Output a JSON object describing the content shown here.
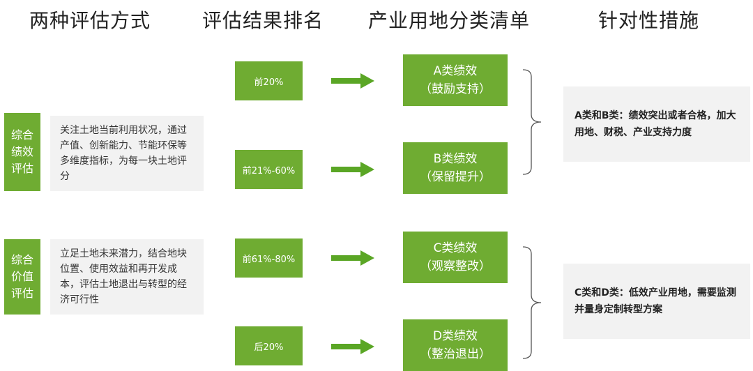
{
  "headers": {
    "methods": "两种评估方式",
    "ranking": "评估结果排名",
    "categories": "产业用地分类清单",
    "measures": "针对性措施"
  },
  "methods": [
    {
      "label": "综合绩效评估",
      "description": "关注土地当前利用状况，通过产值、创新能力、节能环保等多维度指标，为每一块土地评分"
    },
    {
      "label": "综合价值评估",
      "description": "立足土地未来潜力，结合地块位置、使用效益和再开发成本，评估土地退出与转型的经济可行性"
    }
  ],
  "ranks": [
    "前20%",
    "前21%-60%",
    "前61%-80%",
    "后20%"
  ],
  "categories": [
    {
      "name": "A类绩效",
      "action": "（鼓励支持）"
    },
    {
      "name": "B类绩效",
      "action": "（保留提升）"
    },
    {
      "name": "C类绩效",
      "action": "（观察整改）"
    },
    {
      "name": "D类绩效",
      "action": "（整治退出）"
    }
  ],
  "measures": [
    {
      "text": "A类和B类：绩效突出或者合格，加大用地、财税、产业支持力度"
    },
    {
      "text": "C类和D类：低效产业用地，需要监测并量身定制转型方案"
    }
  ],
  "colors": {
    "accent_green": "#6fac32",
    "panel_gray": "#f2f2f2"
  }
}
